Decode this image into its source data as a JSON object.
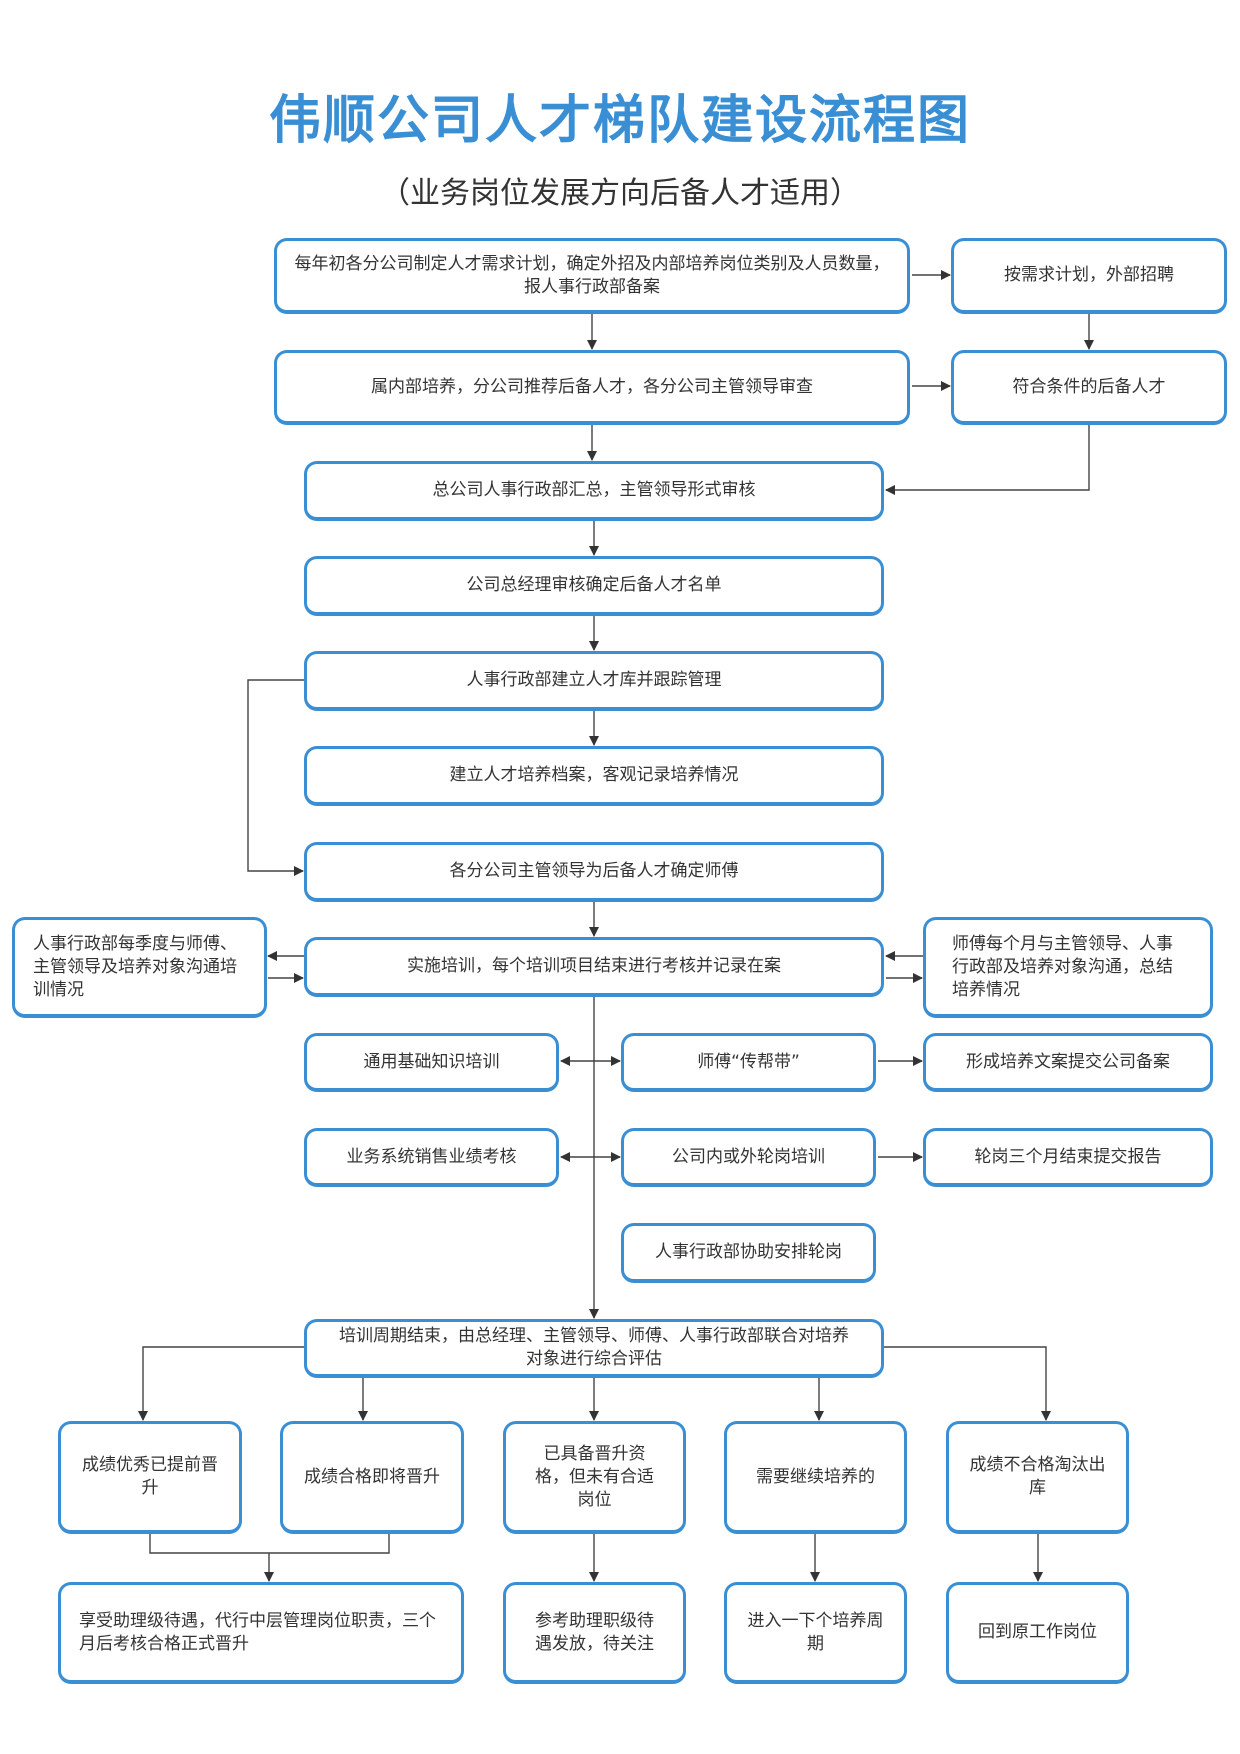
{
  "title": "伟顺公司人才梯队建设流程图",
  "subtitle": "（业务岗位发展方向后备人才适用）",
  "nodes": {
    "annual_plan": "每年初各分公司制定人才需求计划，确定外招及内部培养岗位类别及人员数量，报人事行政部备案",
    "external_recruit": "按需求计划，外部招聘",
    "internal_training": "属内部培养，分公司推荐后备人才，各分公司主管领导审查",
    "qualified_reserve": "符合条件的后备人才",
    "hq_summary": "总公司人事行政部汇总，主管领导形式审核",
    "gm_approval": "公司总经理审核确定后备人才名单",
    "talent_pool": "人事行政部建立人才库并跟踪管理",
    "training_file": "建立人才培养档案，客观记录培养情况",
    "assign_mentor": "各分公司主管领导为后备人才确定师傅",
    "implement_training": "实施培训，每个培训项目结束进行考核并记录在案",
    "hr_quarterly": "人事行政部每季度与师傅、主管领导及培养对象沟通培训情况",
    "mentor_monthly": "师傅每个月与主管领导、人事行政部及培养对象沟通，总结培养情况",
    "general_knowledge": "通用基础知识培训",
    "mentor_coaching": "师傅“传帮带”",
    "training_record": "形成培养文案提交公司备案",
    "sales_assessment": "业务系统销售业绩考核",
    "rotation_training": "公司内或外轮岗培训",
    "rotation_report": "轮岗三个月结束提交报告",
    "hr_arrange_rotation": "人事行政部协助安排轮岗",
    "final_evaluation": "培训周期结束，由总经理、主管领导、师傅、人事行政部联合对培养对象进行综合评估",
    "excellent_promoted": "成绩优秀已提前晋升",
    "qualified_promote": "成绩合格即将晋升",
    "qualified_no_position": "已具备晋升资格，但未有合适岗位",
    "continue_training": "需要继续培养的",
    "failed_out": "成绩不合格淘汰出库",
    "assistant_treatment": "享受助理级待遇，代行中层管理岗位职责，三个月后考核合格正式晋升",
    "reference_treatment": "参考助理职级待遇发放，待关注",
    "next_cycle": "进入一下个培养周期",
    "return_post": "回到原工作岗位"
  },
  "colors": {
    "accent": "#3a8fd4",
    "text": "#333333",
    "connector": "#444444"
  }
}
